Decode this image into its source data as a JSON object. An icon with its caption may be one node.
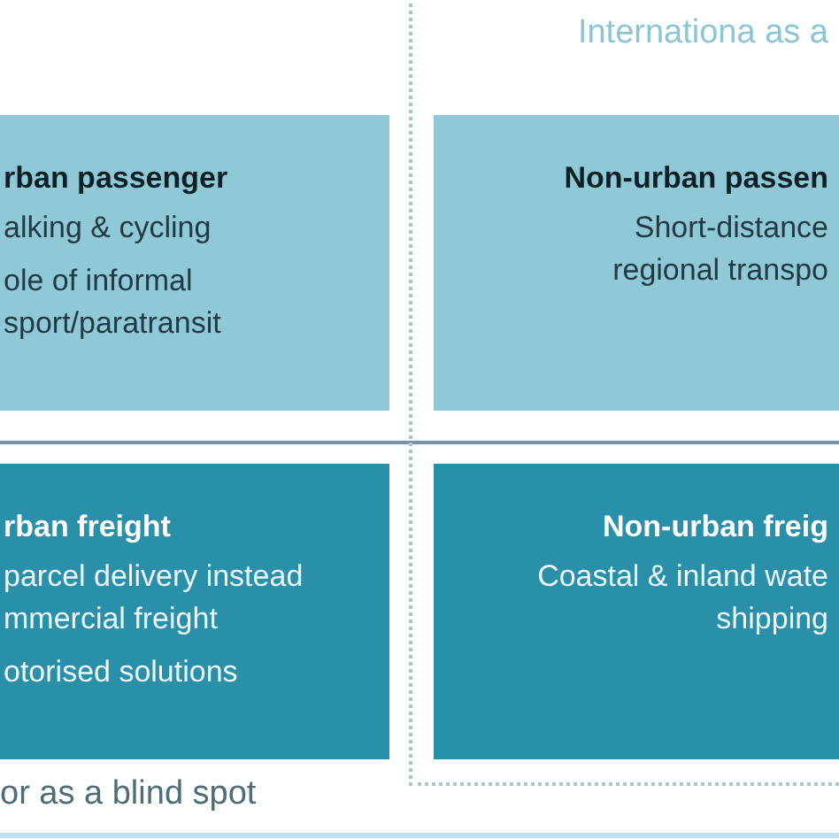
{
  "diagram": {
    "nodes": [
      {
        "text": [
          "rban passenger",
          "alking & cycling",
          "ole of informal sport/paratransit"
        ]
      },
      {
        "text": [
          "Internationa as a"
        ]
      },
      {
        "text": [
          "Non-urban passen",
          "Short-distance regional transpo"
        ],
        "in": 1
      },
      {
        "text": [
          "rban freight",
          "parcel delivery instead mmercial freight",
          "otorised solutions"
        ]
      },
      {
        "text": [
          "Non-urban freig",
          "Coastal & inland wate shipping"
        ],
        "in": 1
      }
    ],
    "labels": [
      "or as a blind spot"
    ]
  }
}
